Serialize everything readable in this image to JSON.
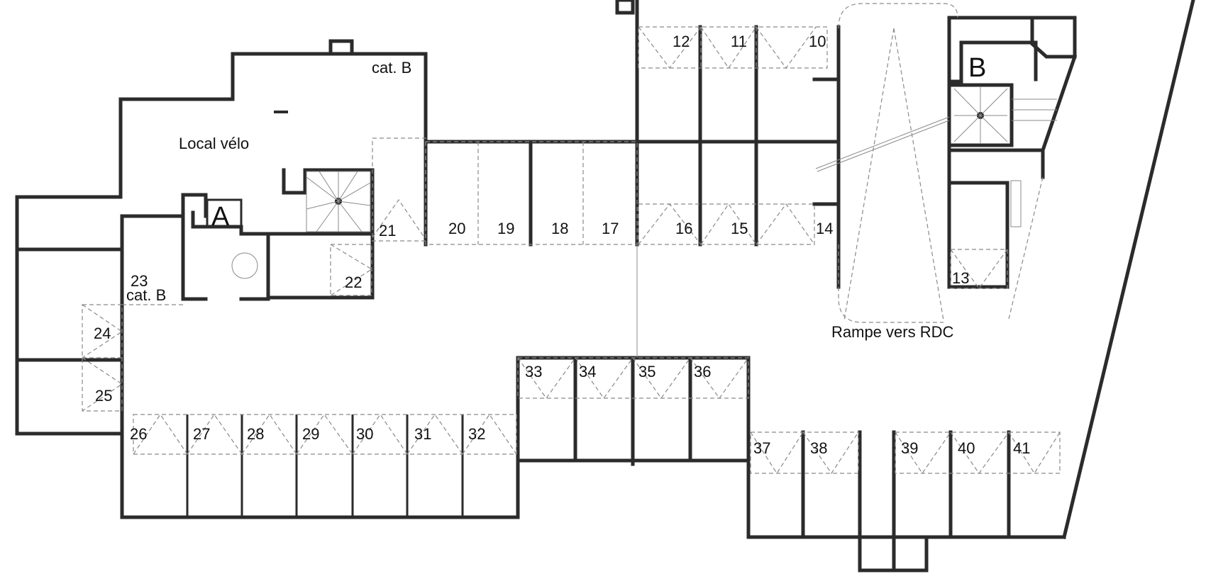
{
  "labels": {
    "bike_room": "Local vélo",
    "category_b_top": "cat. B",
    "category_b_left": "cat. B",
    "ramp": "Rampe vers RDC",
    "stair_a": "A",
    "stair_b": "B"
  },
  "spots": [
    "10",
    "11",
    "12",
    "13",
    "14",
    "15",
    "16",
    "17",
    "18",
    "19",
    "20",
    "21",
    "22",
    "23",
    "24",
    "25",
    "26",
    "27",
    "28",
    "29",
    "30",
    "31",
    "32",
    "33",
    "34",
    "35",
    "36",
    "37",
    "38",
    "39",
    "40",
    "41"
  ]
}
